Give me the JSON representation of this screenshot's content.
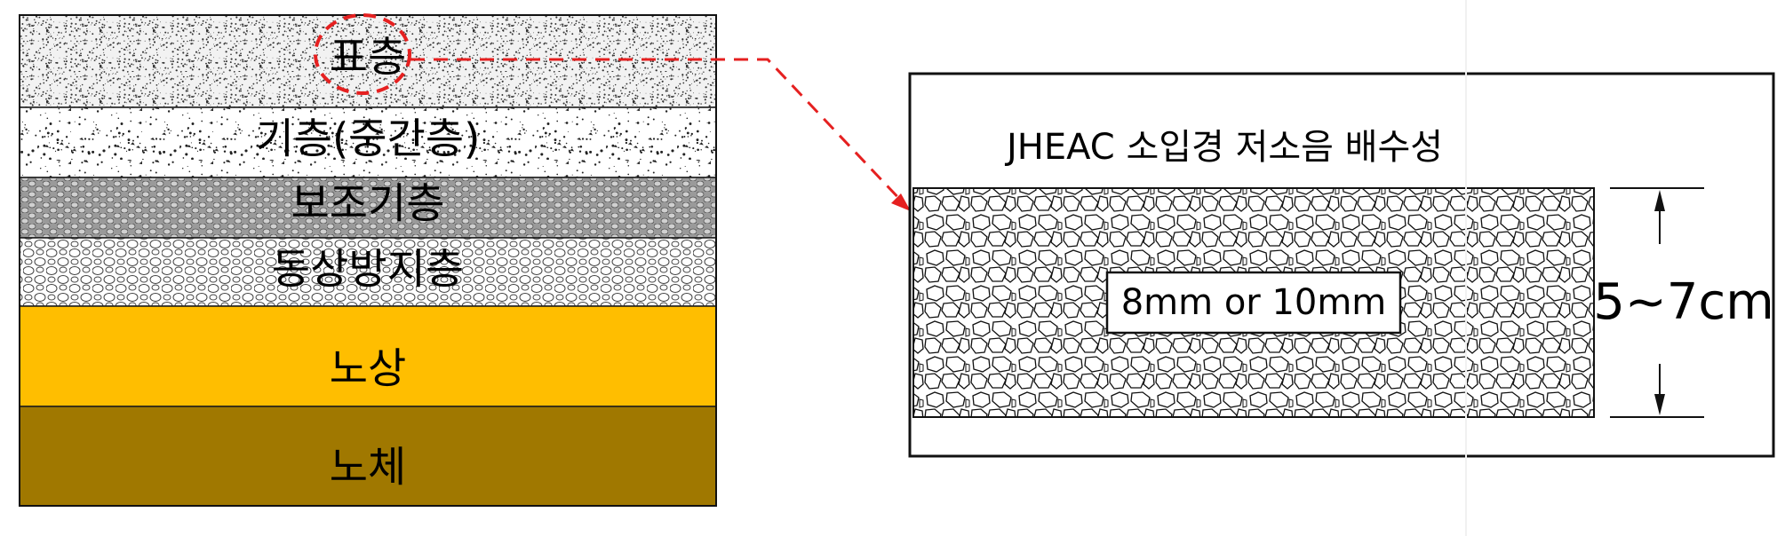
{
  "colors": {
    "subgrade_top": "#FFBE00",
    "subgrade_body": "#A07800",
    "callout_red": "#E52020",
    "outline": "#1a1a1a"
  },
  "layers": [
    {
      "id": "surface",
      "label": "표층",
      "pattern": "fine-speckle"
    },
    {
      "id": "base",
      "label": "기층(중간층)",
      "pattern": "coarse-speckle"
    },
    {
      "id": "subbase",
      "label": "보조기층",
      "pattern": "gravel-fine"
    },
    {
      "id": "frost",
      "label": "동상방지층",
      "pattern": "gravel-coarse"
    },
    {
      "id": "roadbed",
      "label": "노상",
      "pattern": "solid"
    },
    {
      "id": "embankment",
      "label": "노체",
      "pattern": "solid"
    }
  ],
  "detail": {
    "title": "JHEAC 소입경 저소음 배수성",
    "aggregate_size": "8mm or 10mm",
    "thickness": "5~7cm"
  },
  "icons": {
    "callout_circle": "dashed-circle-icon",
    "callout_arrow": "dashed-arrow-icon",
    "dimension_arrow_up": "arrow-up-icon",
    "dimension_arrow_down": "arrow-down-icon"
  }
}
